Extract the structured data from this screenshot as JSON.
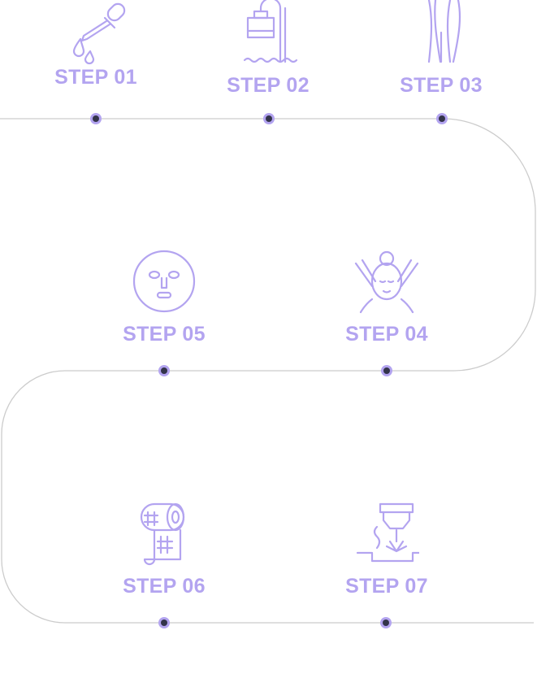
{
  "colors": {
    "accent": "#b3a4f0",
    "dot_center": "#33344a",
    "track": "#cccccc"
  },
  "steps": [
    {
      "label": "STEP 01",
      "icon": "dropper-icon"
    },
    {
      "label": "STEP 02",
      "icon": "shower-icon"
    },
    {
      "label": "STEP 03",
      "icon": "legs-icon"
    },
    {
      "label": "STEP 04",
      "icon": "face-massage-icon"
    },
    {
      "label": "STEP 05",
      "icon": "face-mask-icon"
    },
    {
      "label": "STEP 06",
      "icon": "mesh-roll-icon"
    },
    {
      "label": "STEP 07",
      "icon": "laser-icon"
    }
  ]
}
